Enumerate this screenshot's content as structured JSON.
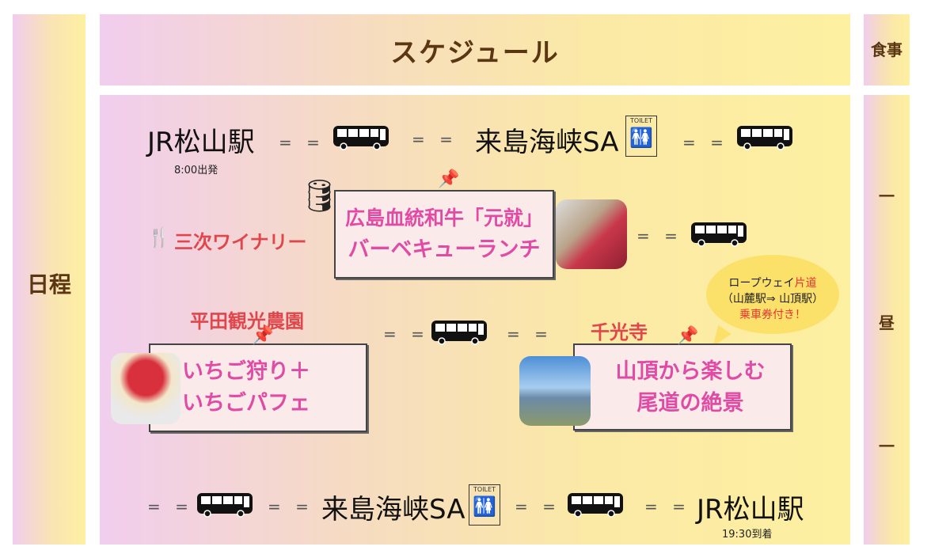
{
  "header": {
    "title": "スケジュール",
    "left": "日程",
    "right": "食事"
  },
  "meal_column": {
    "marks": [
      "一",
      "昼",
      "一"
    ]
  },
  "row1": {
    "start": "JR松山駅",
    "start_time": "8:00出発",
    "sa": "来島海峡SA",
    "toilet": "TOILET"
  },
  "row2": {
    "winery": "三次ワイナリー",
    "lunch_line1": "広島血統和牛「元就」",
    "lunch_line2": "バーベキューランチ"
  },
  "row3": {
    "farm": "平田観光農園",
    "farm_line1": "いちご狩り＋",
    "farm_line2": "いちごパフェ",
    "temple": "千光寺",
    "temple_line1": "山頂から楽しむ",
    "temple_line2": "尾道の絶景",
    "bubble_line1a": "ロープウェイ",
    "bubble_line1b": "片道",
    "bubble_line2": "（山麓駅⇒ 山頂駅）",
    "bubble_line3": "乗車券付き！"
  },
  "row4": {
    "sa": "来島海峡SA",
    "toilet": "TOILET",
    "end": "JR松山駅",
    "end_time": "19:30到着"
  },
  "connector": "= =",
  "colors": {
    "accent_red": "#e0474c",
    "card_pink": "#e04ba5",
    "title_brown": "#5a3613",
    "bubble": "#fbe06a"
  }
}
